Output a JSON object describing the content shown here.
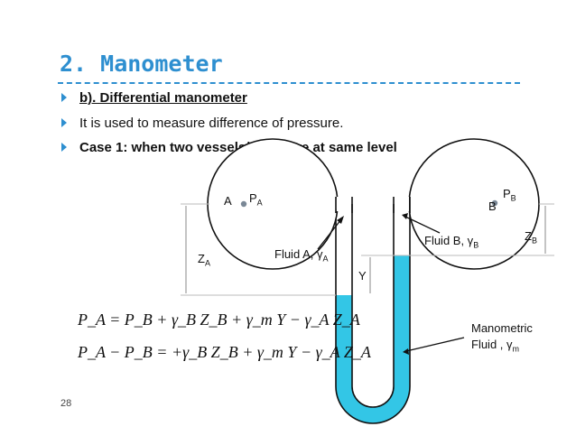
{
  "slide": {
    "title": "2. Manometer",
    "bullets": [
      "b). Differential manometer",
      "It is used to measure difference of pressure.",
      "Case 1: when two vessels/pipes are at same level"
    ],
    "page_number": "28"
  },
  "diagram": {
    "vessel_a_label": "A",
    "pa_label": "P",
    "pa_sub": "A",
    "vessel_b_label": "B",
    "pb_label": "P",
    "pb_sub": "B",
    "za_label": "Z",
    "za_sub": "A",
    "zb_label": "Z",
    "zb_sub": "B",
    "y_label": "Y",
    "fluid_a_label": "Fluid A, γ",
    "fluid_a_sub": "A",
    "fluid_b_label": "Fluid B, γ",
    "fluid_b_sub": "B",
    "manometric_line1": "Manometric",
    "manometric_line2": "Fluid , γ",
    "manometric_sub": "m",
    "fluid_color": "#33c6e6"
  },
  "equations": {
    "eq1": "P_A = P_B + γ_B Z_B + γ_m Y − γ_A Z_A",
    "eq2": "P_A − P_B = +γ_B Z_B + γ_m Y − γ_A Z_A"
  }
}
